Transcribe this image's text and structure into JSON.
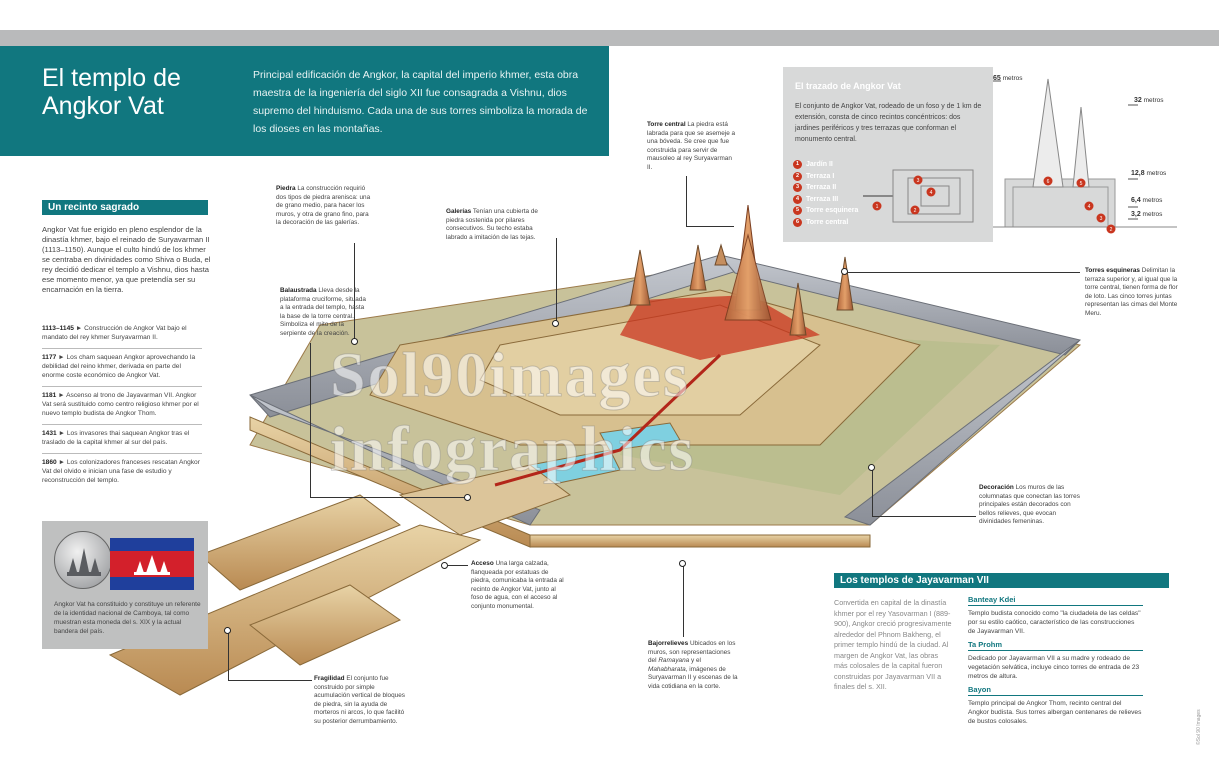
{
  "header": {
    "title_line1": "El templo de",
    "title_line2": "Angkor Vat",
    "intro": "Principal edificación de Angkor, la capital del imperio khmer, esta obra maestra de la ingeniería del siglo XII fue consagrada a Vishnu, dios supremo del hinduismo. Cada una de sus torres simboliza la morada de los dioses en las montañas."
  },
  "recinto": {
    "heading": "Un recinto sagrado",
    "text": "Angkor Vat fue erigido en pleno esplendor de la dinastía khmer, bajo el reinado de Suryavarman II (1113–1150). Aunque el culto hindú de los khmer se centraba en divinidades como Shiva o Buda, el rey decidió dedicar el templo a Vishnu, dios hasta ese momento menor, ya que pretendía ser su encarnación en la tierra.",
    "timeline": [
      {
        "year": "1113–1145",
        "text": "► Construcción de Angkor Vat bajo el mandato del rey khmer Suryavarman II."
      },
      {
        "year": "1177",
        "text": "► Los cham saquean Angkor aprovechando la debilidad del reino khmer, derivada en parte del enorme coste económico de Angkor Vat."
      },
      {
        "year": "1181",
        "text": "► Ascenso al trono de Jayavarman VII. Angkor Vat será sustituido como centro religioso khmer por el nuevo templo budista de Angkor Thom."
      },
      {
        "year": "1431",
        "text": "► Los invasores thai saquean Angkor tras el traslado de la capital khmer al sur del país."
      },
      {
        "year": "1860",
        "text": "► Los colonizadores franceses rescatan Angkor Vat del olvido e inician una fase de estudio y reconstrucción del templo."
      }
    ],
    "coin_caption": "Angkor Vat ha constituido y constituye un referente de la identidad nacional de Camboya, tal como muestran esta moneda del s. XIX y la actual bandera del país."
  },
  "annotations": {
    "piedra": {
      "label": "Piedra",
      "text": "La construcción requirió dos tipos de piedra arenisca: una de grano medio, para hacer los muros, y otra de grano fino, para la decoración de las galerías."
    },
    "galerias": {
      "label": "Galerías",
      "text": "Tenían una cubierta de piedra sostenida por pilares consecutivos. Su techo estaba labrado a imitación de las tejas."
    },
    "torre_central": {
      "label": "Torre central",
      "text": "La piedra está labrada para que se asemeje a una bóveda. Se cree que fue construida para servir de mausoleo al rey Suryavarman II."
    },
    "balaustrada": {
      "label": "Balaustrada",
      "text": "Lleva desde la plataforma cruciforme, situada a la entrada del templo, hasta la base de la torre central. Simboliza el mito de la serpiente de la creación."
    },
    "torres_esquineras": {
      "label": "Torres esquineras",
      "text": "Delimitan la terraza superior y, al igual que la torre central, tienen forma de flor de loto. Las cinco torres juntas representan las cimas del Monte Meru."
    },
    "decoracion": {
      "label": "Decoración",
      "text": "Los muros de las columnatas que conectan las torres principales están decorados con bellos relieves, que evocan divinidades femeninas."
    },
    "acceso": {
      "label": "Acceso",
      "text": "Una larga calzada, flanqueada por estatuas de piedra, comunicaba la entrada al recinto de Angkor Vat, junto al foso de agua, con el acceso al conjunto monumental."
    },
    "bajorrelieves": {
      "label": "Bajorrelieves",
      "text_a": "Ubicados en los muros, son representaciones del ",
      "em1": "Ramayana",
      "text_b": " y el ",
      "em2": "Mahabharata",
      "text_c": ", imágenes de Suryavarman II y escenas de la vida cotidiana en la corte."
    },
    "fragilidad": {
      "label": "Fragilidad",
      "text": "El conjunto fue construido por simple acumulación vertical de bloques de piedra, sin la ayuda de morteros ni arcos, lo que facilitó su posterior derrumbamiento."
    }
  },
  "trazado": {
    "heading": "El trazado de Angkor Vat",
    "text": "El conjunto de Angkor Vat, rodeado de un foso y de 1 km de extensión, consta de cinco recintos concéntricos: dos jardines periféricos y tres terrazas que conforman el monumento central.",
    "legend": [
      {
        "num": "1",
        "label": "Jardín II"
      },
      {
        "num": "2",
        "label": "Terraza I"
      },
      {
        "num": "3",
        "label": "Terraza II"
      },
      {
        "num": "4",
        "label": "Terraza III"
      },
      {
        "num": "5",
        "label": "Torre esquinera"
      },
      {
        "num": "6",
        "label": "Torre central"
      }
    ],
    "heights": [
      {
        "value": "65",
        "unit": "metros"
      },
      {
        "value": "32",
        "unit": "metros"
      },
      {
        "value": "12,8",
        "unit": "metros"
      },
      {
        "value": "6,4",
        "unit": "metros"
      },
      {
        "value": "3,2",
        "unit": "metros"
      }
    ]
  },
  "jayavarman": {
    "heading": "Los templos de Jayavarman VII",
    "intro": "Convertida en capital de la dinastía khmer por el rey Yasovarman I (889-900), Angkor creció progresivamente alrededor del Phnom Bakheng, el primer templo hindú de la ciudad. Al margen de Angkor Vat, las obras más colosales de la capital fueron construidas por Jayavarman VII a finales del s. XII.",
    "temples": [
      {
        "name": "Banteay Kdei",
        "text": "Templo budista conocido como \"la ciudadela de las celdas\" por su estilo caótico, característico de las construcciones de Jayavarman VII."
      },
      {
        "name": "Ta Prohm",
        "text": "Dedicado por Jayavarman VII a su madre y rodeado de vegetación selvática, incluye cinco torres de entrada de 23 metros de altura."
      },
      {
        "name": "Bayon",
        "text": "Templo principal de Angkor Thom, recinto central del Angkor budista. Sus torres albergan centenares de relieves de bustos colosales."
      }
    ]
  },
  "watermark": "Sol90images infographics",
  "credit": "©Sol 90 Images",
  "colors": {
    "teal": "#11777f",
    "red": "#c9361f",
    "gray": "#d8d9d9"
  }
}
